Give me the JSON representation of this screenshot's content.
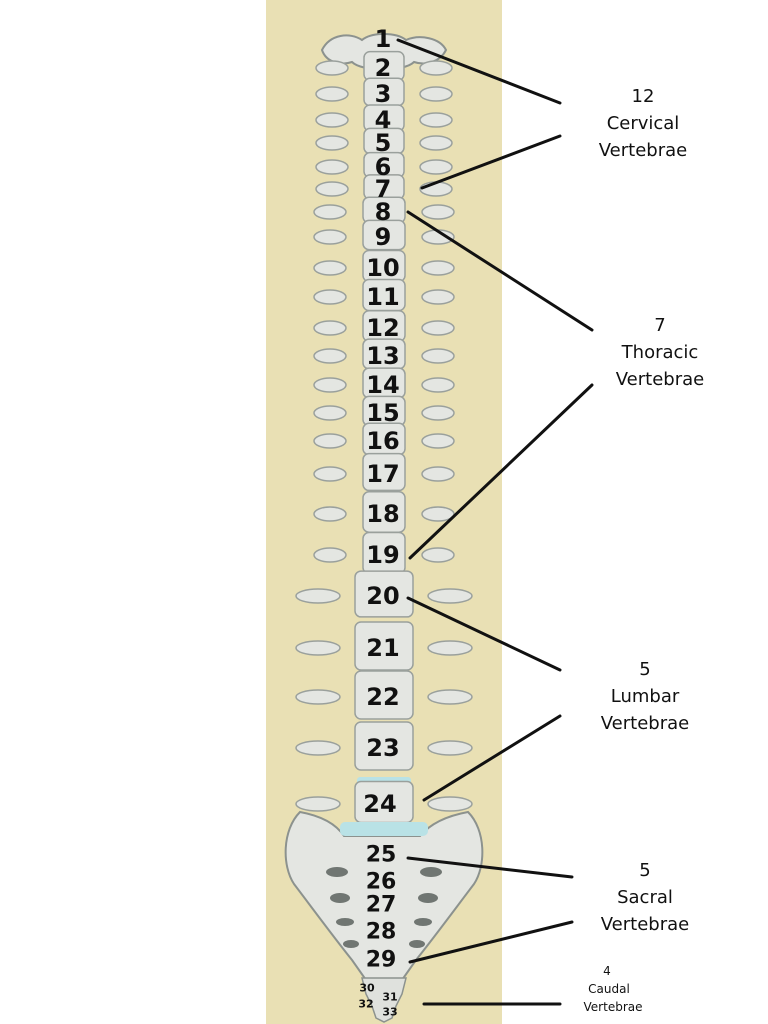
{
  "vertebra_numbers": [
    "1",
    "2",
    "3",
    "4",
    "5",
    "6",
    "7",
    "8",
    "9",
    "10",
    "11",
    "12",
    "13",
    "14",
    "15",
    "16",
    "17",
    "18",
    "19",
    "20",
    "21",
    "22",
    "23",
    "24",
    "25",
    "26",
    "27",
    "28",
    "29",
    "30",
    "31",
    "32",
    "33"
  ],
  "groups": {
    "cervical": {
      "count": "12",
      "name": "Cervical",
      "word": "Vertebrae"
    },
    "thoracic": {
      "count": "7",
      "name": "Thoracic",
      "word": "Vertebrae"
    },
    "lumbar": {
      "count": "5",
      "name": "Lumbar",
      "word": "Vertebrae"
    },
    "sacral": {
      "count": "5",
      "name": "Sacral",
      "word": "Vertebrae"
    },
    "caudal": {
      "count": "4",
      "name": "Caudal",
      "word": "Vertebrae"
    }
  },
  "colors": {
    "background_band": "#e9e0b4",
    "bone": "#e4e6e2",
    "bone_shadow": "#9aa09c",
    "disc": "#b9e2e6",
    "line": "#111111"
  }
}
